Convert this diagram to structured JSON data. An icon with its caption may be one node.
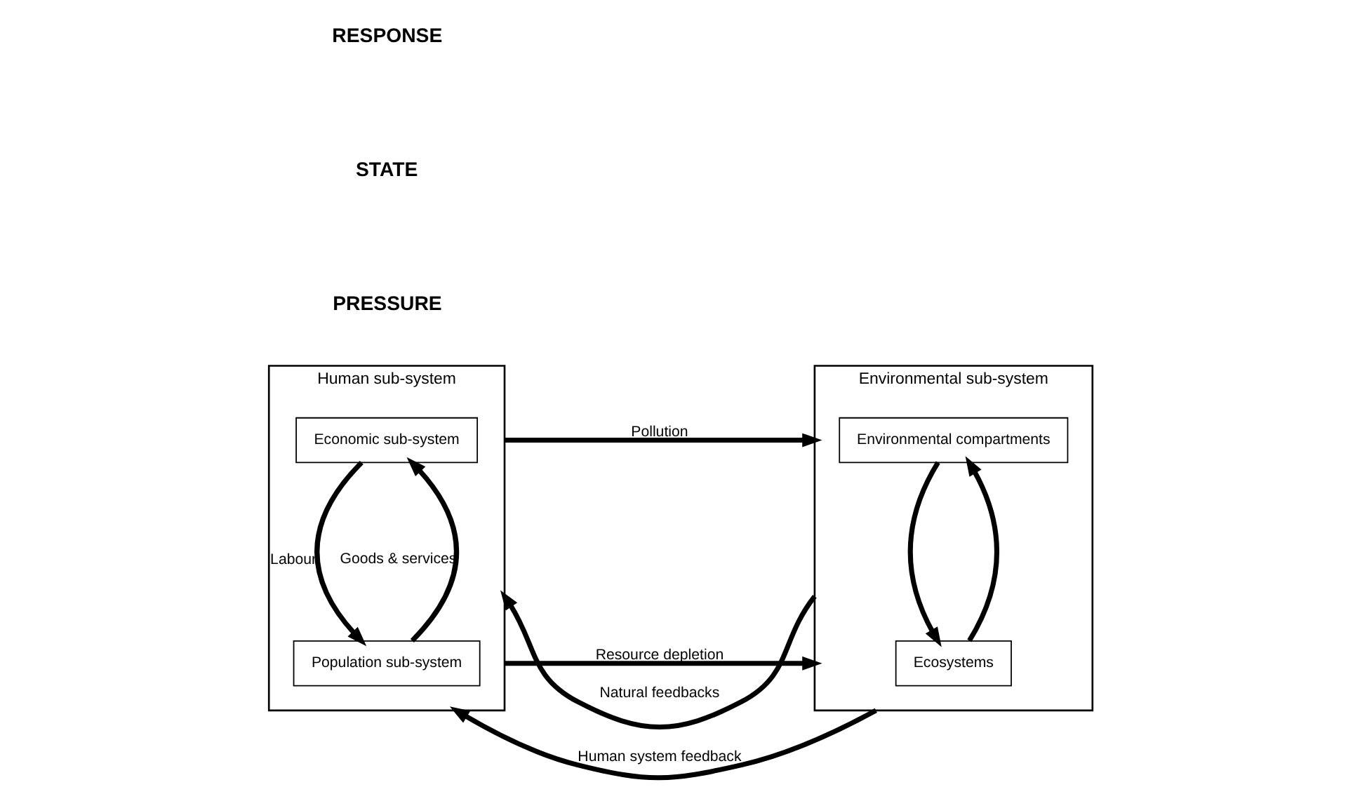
{
  "diagram": {
    "nodes": [
      {
        "text": [
          "Human sub-system"
        ]
      },
      {
        "text": [
          "Economic sub-system"
        ],
        "in": 0
      },
      {
        "text": [
          "Population sub-system"
        ],
        "in": 0
      },
      {
        "text": [
          "Environmental sub-system"
        ]
      },
      {
        "text": [
          "Environmental compartments"
        ],
        "in": 3
      },
      {
        "text": [
          "Ecosystems"
        ],
        "in": 3
      }
    ],
    "edges": [
      {
        "from": 0,
        "to": 3,
        "arrow": "to",
        "label": "Pollution"
      },
      {
        "from": 2,
        "to": 1,
        "arrow": "to",
        "label": "Goods & services"
      },
      {
        "from": 1,
        "to": 2,
        "arrow": "to",
        "label": "Labour"
      },
      {
        "from": 5,
        "to": 4,
        "arrow": "to"
      },
      {
        "from": 4,
        "to": 5,
        "arrow": "to"
      },
      {
        "from": 0,
        "to": 3,
        "arrow": "to",
        "label": "Resource depletion"
      },
      {
        "from": 3,
        "to": 0,
        "arrow": "to",
        "label": "Natural feedbacks"
      },
      {
        "from": 3,
        "to": 0,
        "arrow": "to",
        "label": "Human system feedback"
      }
    ],
    "labels": [
      "PRESSURE",
      "STATE",
      "RESPONSE"
    ]
  }
}
